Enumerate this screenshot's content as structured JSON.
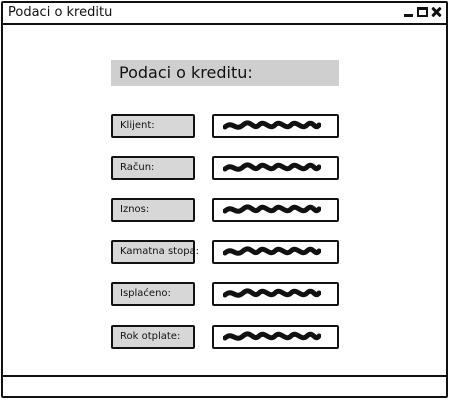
{
  "window": {
    "title": "Podaci o kreditu",
    "controls": [
      "minimize-icon",
      "maximize-icon",
      "close-icon"
    ]
  },
  "form": {
    "title": "Podaci o kreditu:",
    "fields": [
      {
        "label": "Klijent:",
        "value_hidden": true
      },
      {
        "label": "Račun:",
        "value_hidden": true
      },
      {
        "label": "Iznos:",
        "value_hidden": true
      },
      {
        "label": "Kamatna stopa:",
        "value_hidden": true
      },
      {
        "label": "Isplaćeno:",
        "value_hidden": true
      },
      {
        "label": "Rok otplate:",
        "value_hidden": true
      }
    ]
  },
  "colors": {
    "border": "#111111",
    "header_fill": "#cfcfcf",
    "label_fill": "#d7d7d7",
    "background": "#ffffff"
  }
}
